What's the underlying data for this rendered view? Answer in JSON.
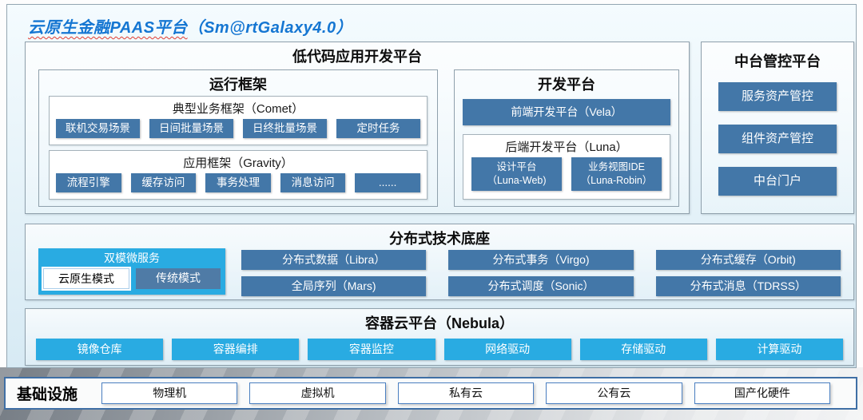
{
  "page_title": {
    "main": "云原生金融PAAS平台",
    "suffix": "（Sm@rtGalaxy4.0）"
  },
  "colors": {
    "title_blue": "#1576d2",
    "steel_blue": "#4377a8",
    "cyan": "#29abe2",
    "infra_border": "#3f6fa5"
  },
  "lowcode": {
    "title": "低代码应用开发平台",
    "runtime": {
      "title": "运行框架",
      "comet": {
        "title": "典型业务框架（Comet）",
        "items": [
          "联机交易场景",
          "日间批量场景",
          "日终批量场景",
          "定时任务"
        ]
      },
      "gravity": {
        "title": "应用框架（Gravity）",
        "items": [
          "流程引擎",
          "缓存访问",
          "事务处理",
          "消息访问",
          "......"
        ]
      }
    },
    "dev": {
      "title": "开发平台",
      "vela": "前端开发平台（Vela）",
      "luna": {
        "title": "后端开发平台（Luna）",
        "items": [
          {
            "line1": "设计平台",
            "line2": "（Luna-Web)"
          },
          {
            "line1": "业务视图IDE",
            "line2": "（Luna-Robin）"
          }
        ]
      }
    }
  },
  "midplatform": {
    "title": "中台管控平台",
    "items": [
      "服务资产管控",
      "组件资产管控",
      "中台门户"
    ]
  },
  "distributed": {
    "title": "分布式技术底座",
    "dualmode": {
      "title": "双模微服务",
      "modes": [
        "云原生模式",
        "传统模式"
      ]
    },
    "items": [
      "分布式数据（Libra）",
      "分布式事务（Virgo)",
      "分布式缓存（Orbit)",
      "全局序列（Mars)",
      "分布式调度（Sonic）",
      "分布式消息（TDRSS）"
    ]
  },
  "container_cloud": {
    "title": "容器云平台（Nebula）",
    "items": [
      "镜像仓库",
      "容器编排",
      "容器监控",
      "网络驱动",
      "存储驱动",
      "计算驱动"
    ]
  },
  "infrastructure": {
    "title": "基础设施",
    "items": [
      "物理机",
      "虚拟机",
      "私有云",
      "公有云",
      "国产化硬件"
    ]
  }
}
